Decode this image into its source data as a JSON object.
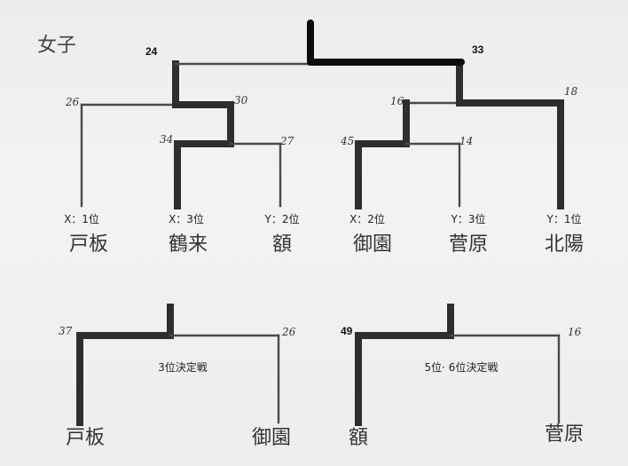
{
  "title": "女子",
  "final_scores": {
    "left": "24",
    "right": "33"
  },
  "scores": {
    "s26": "26",
    "s30": "30",
    "s34": "34",
    "s27": "27",
    "s45": "45",
    "s14": "14",
    "s16": "16",
    "s18": "18"
  },
  "teams": [
    {
      "seed": "X：1位",
      "name": "戸板"
    },
    {
      "seed": "X：3位",
      "name": "鶴来"
    },
    {
      "seed": "Y：2位",
      "name": "額"
    },
    {
      "seed": "X：2位",
      "name": "御園"
    },
    {
      "seed": "Y：3位",
      "name": "菅原"
    },
    {
      "seed": "Y：1位",
      "name": "北陽"
    }
  ],
  "third_place": {
    "caption": "3位決定戦",
    "left_score": "37",
    "right_score": "26",
    "left_team": "戸板",
    "right_team": "御園"
  },
  "fifth_place": {
    "caption": "5位· 6位決定戦",
    "left_score": "49",
    "right_score": "16",
    "left_team": "額",
    "right_team": "菅原"
  }
}
